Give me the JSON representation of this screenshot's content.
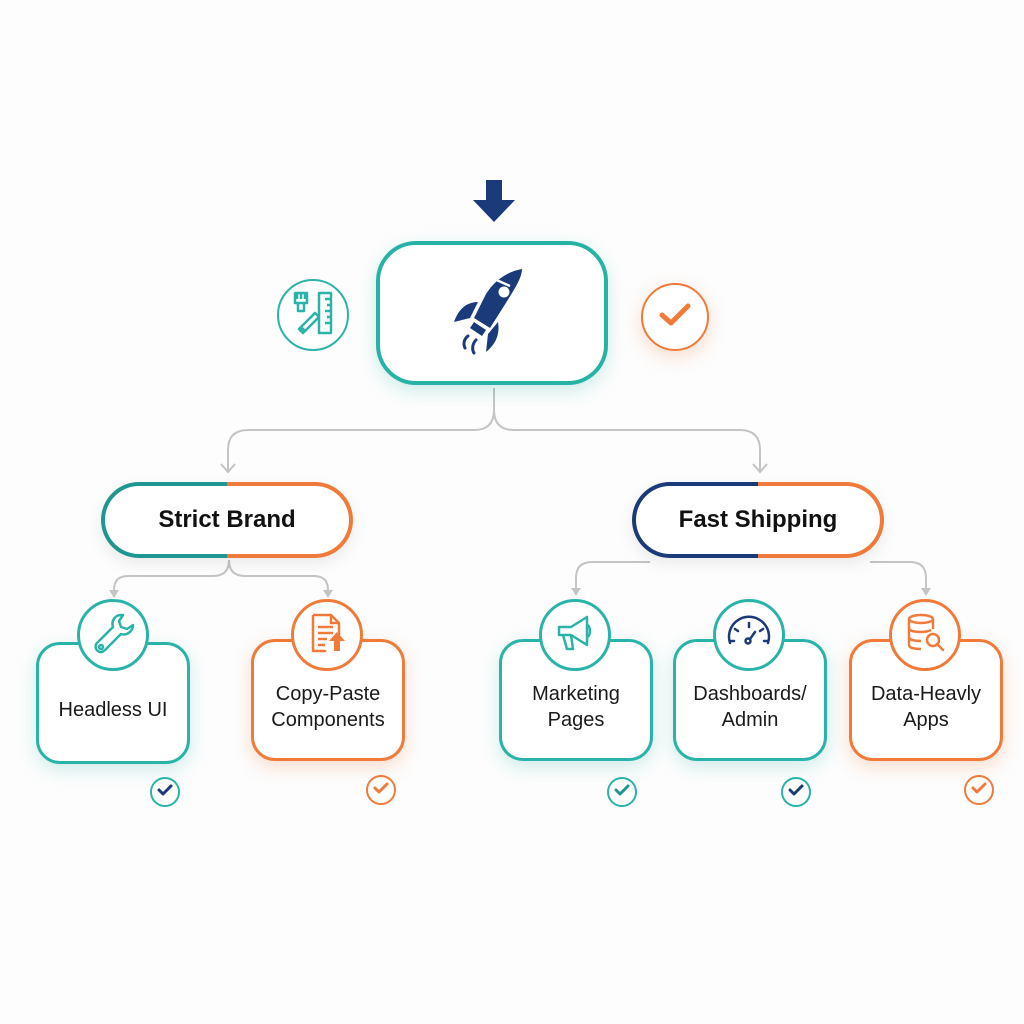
{
  "colors": {
    "teal": "#2ab3a8",
    "dark_teal": "#1e9691",
    "navy": "#1b3a7a",
    "orange": "#f07a3a",
    "connector": "#c4c4c4"
  },
  "root": {
    "top_arrow_icon": "arrow-down-icon",
    "icon": "rocket-icon",
    "left_badge_icon": "design-tools-icon",
    "right_badge_icon": "check-icon"
  },
  "branches": [
    {
      "label": "Strict Brand",
      "left_color": "#1e9691",
      "right_color": "#f07a3a",
      "leaves": [
        {
          "label": "Headless UI",
          "icon": "wrench-icon",
          "border": "teal",
          "check_color": "#1b3a7a"
        },
        {
          "label": "Copy-Paste\nComponents",
          "icon": "document-upload-icon",
          "border": "orange",
          "check_color": "#f07a3a"
        }
      ]
    },
    {
      "label": "Fast Shipping",
      "left_color": "#1b3a7a",
      "right_color": "#f07a3a",
      "leaves": [
        {
          "label": "Marketing\nPages",
          "icon": "megaphone-icon",
          "border": "teal",
          "check_color": "#1e9691"
        },
        {
          "label": "Dashboards/\nAdmin",
          "icon": "speedometer-icon",
          "border": "teal",
          "check_color": "#1b3a7a"
        },
        {
          "label": "Data-Heavly\nApps",
          "icon": "database-search-icon",
          "border": "orange",
          "check_color": "#f07a3a"
        }
      ]
    }
  ]
}
